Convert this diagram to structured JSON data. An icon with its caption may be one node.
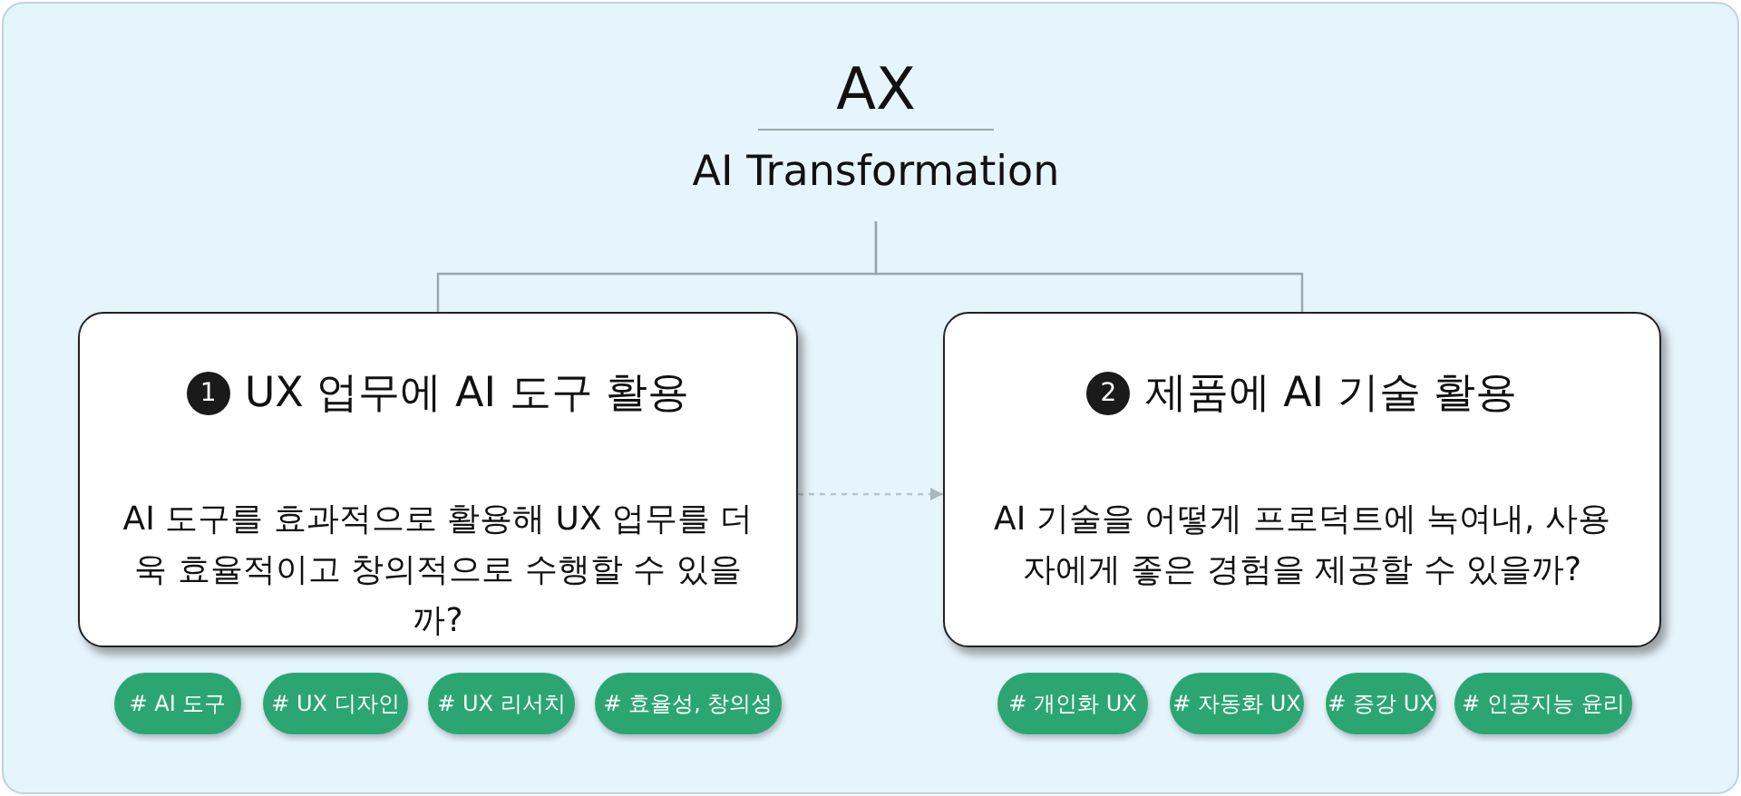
{
  "diagram": {
    "nodes": [
      {
        "text": [
          "AX",
          "AI Transformation"
        ]
      },
      {
        "text": [
          "1",
          "UX 업무에 AI 도구 활용",
          "AI 도구를 효과적으로 활용해 UX 업무를 더욱 효율적이고 창의적으로 수행할 수 있을까?"
        ]
      },
      {
        "text": [
          "2",
          "제품에 AI 기술 활용",
          "AI 기술을 어떻게 프로덕트에 녹여내, 사용자에게 좋은 경험을 제공할 수 있을까?"
        ]
      },
      {
        "text": [
          "# AI 도구"
        ]
      },
      {
        "text": [
          "# UX 디자인"
        ]
      },
      {
        "text": [
          "# UX 리서치"
        ]
      },
      {
        "text": [
          "# 효율성, 창의성"
        ]
      },
      {
        "text": [
          "# 개인화 UX"
        ]
      },
      {
        "text": [
          "# 자동화 UX"
        ]
      },
      {
        "text": [
          "# 증강 UX"
        ]
      },
      {
        "text": [
          "# 인공지능 윤리"
        ]
      }
    ],
    "edges": [
      {
        "from": 0,
        "to": 1,
        "arrow": "none"
      },
      {
        "from": 0,
        "to": 2,
        "arrow": "none"
      },
      {
        "from": 1,
        "to": 2,
        "arrow": "to",
        "style": "dashed",
        "color": "#b8c4cc"
      }
    ]
  }
}
